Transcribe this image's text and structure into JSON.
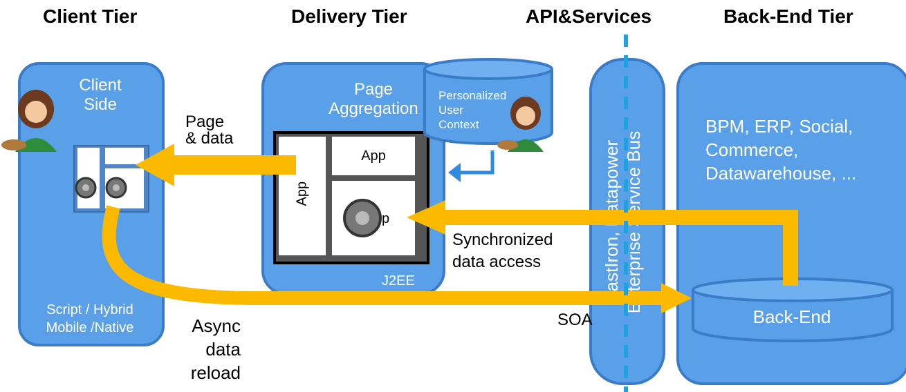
{
  "tiers": {
    "client": "Client Tier",
    "delivery": "Delivery Tier",
    "api": "API&Services",
    "backend": "Back-End Tier"
  },
  "client_panel": {
    "title_line1": "Client",
    "title_line2": "Side",
    "bottom_line1": "Script / Hybrid",
    "bottom_line2": "Mobile /Native"
  },
  "delivery_panel": {
    "title_line1": "Page",
    "title_line2": "Aggregation",
    "app_top": "App",
    "app_left": "App",
    "app_gear": "p",
    "footer": "J2EE"
  },
  "personalized": {
    "line1": "Personalized",
    "line2": "User",
    "line3": "Context"
  },
  "api_panel": {
    "line1": "CastIron, Datapower",
    "line2": "Enterprise Service Bus"
  },
  "backend_panel": {
    "line1": "BPM, ERP, Social, ",
    "line2": "Commerce,",
    "line3": "Datawarehouse, ...",
    "db_label": "Back-End"
  },
  "labels": {
    "page_data_1": "Page",
    "page_data_2": "& data",
    "sync_1": "Synchronized",
    "sync_2": "data access",
    "soa": "SOA",
    "async_1": "Async",
    "async_2": "data",
    "async_3": "reload"
  },
  "colors": {
    "panel": "#5aa0e8",
    "panel_border": "#3a7cc8",
    "arrow": "#fbb900",
    "dashed_line": "#1ea3e0"
  }
}
